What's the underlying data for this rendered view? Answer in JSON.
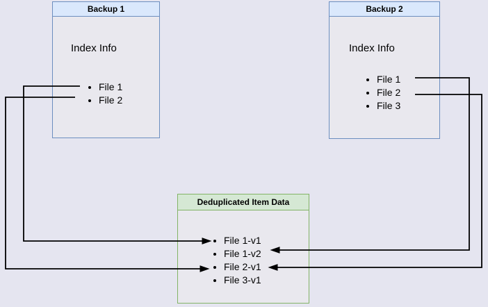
{
  "diagram": {
    "backup1": {
      "title": "Backup 1",
      "body_label": "Index Info",
      "files": [
        "File 1",
        "File 2"
      ]
    },
    "backup2": {
      "title": "Backup 2",
      "body_label": "Index Info",
      "files": [
        "File 1",
        "File 2",
        "File 3"
      ]
    },
    "dedup": {
      "title": "Deduplicated Item Data",
      "items": [
        "File 1-v1",
        "File 1-v2",
        "File 2-v1",
        "File 3-v1"
      ]
    },
    "connections": [
      {
        "from": "Backup 1 / File 1",
        "to": "File 1-v1"
      },
      {
        "from": "Backup 1 / File 2",
        "to": "File 2-v1"
      },
      {
        "from": "Backup 2 / File 1",
        "to": "File 1-v2"
      },
      {
        "from": "Backup 2 / File 2",
        "to": "File 2-v1"
      }
    ],
    "colors": {
      "background": "#e5e5f0",
      "box_fill": "#e9e8ee",
      "blue_border": "#6c8ebf",
      "blue_header_fill": "#dae8fc",
      "green_border": "#82b366",
      "green_header_fill": "#d5e8d4",
      "connector": "#000000",
      "text": "#000000"
    }
  }
}
